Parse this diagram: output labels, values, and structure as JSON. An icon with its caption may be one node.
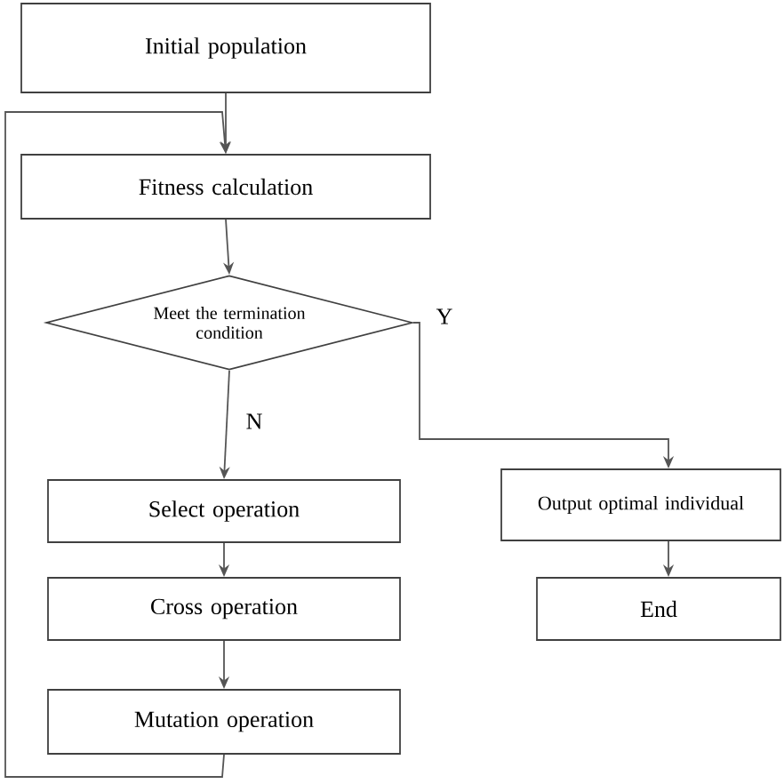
{
  "diagram": {
    "nodes": [
      {
        "text": [
          "Initial population"
        ]
      },
      {
        "text": [
          "Fitness calculation"
        ]
      },
      {
        "text": [
          "Meet the termination condition"
        ]
      },
      {
        "text": [
          "Select operation"
        ]
      },
      {
        "text": [
          "Output optimal individual"
        ]
      },
      {
        "text": [
          "Cross operation"
        ]
      },
      {
        "text": [
          "End"
        ]
      },
      {
        "text": [
          "Mutation operation"
        ]
      }
    ],
    "edges": [
      {
        "from": 0,
        "to": 1,
        "arrow": "to"
      },
      {
        "from": 1,
        "to": 2,
        "arrow": "to"
      },
      {
        "from": 2,
        "to": 3,
        "arrow": "to",
        "label": "N"
      },
      {
        "from": 2,
        "to": 4,
        "arrow": "to",
        "label": "Y"
      },
      {
        "from": 3,
        "to": 5,
        "arrow": "to"
      },
      {
        "from": 4,
        "to": 6,
        "arrow": "to"
      },
      {
        "from": 5,
        "to": 7,
        "arrow": "to"
      },
      {
        "from": 7,
        "to": 1,
        "arrow": "to"
      }
    ]
  }
}
